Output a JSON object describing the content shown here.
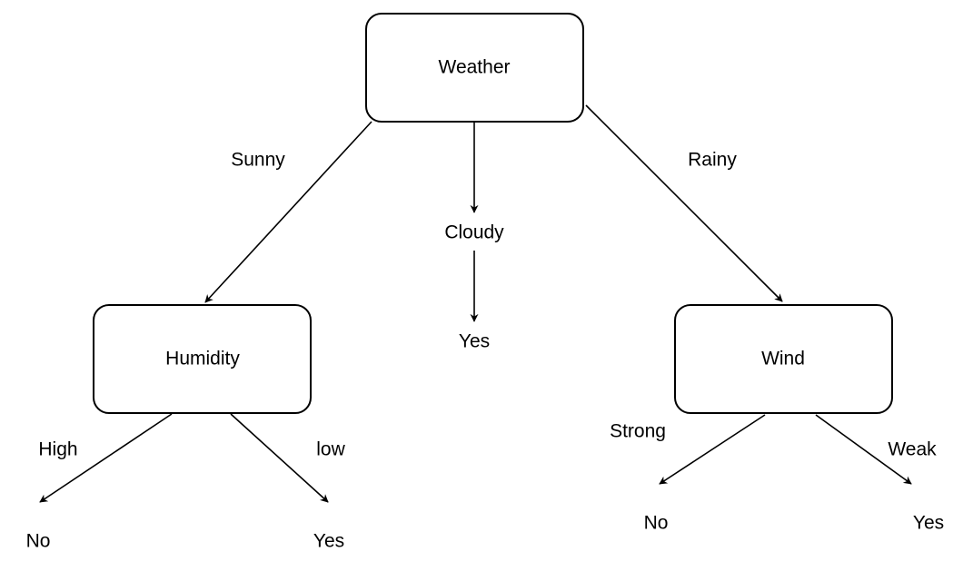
{
  "nodes": {
    "root": {
      "label": "Weather"
    },
    "humidity": {
      "label": "Humidity"
    },
    "wind": {
      "label": "Wind"
    }
  },
  "branches": {
    "sunny": "Sunny",
    "cloudy": "Cloudy",
    "rainy": "Rainy",
    "high": "High",
    "low": "low",
    "strong": "Strong",
    "weak": "Weak"
  },
  "leaves": {
    "cloudy_yes": "Yes",
    "humidity_high_no": "No",
    "humidity_low_yes": "Yes",
    "wind_strong_no": "No",
    "wind_weak_yes": "Yes"
  }
}
